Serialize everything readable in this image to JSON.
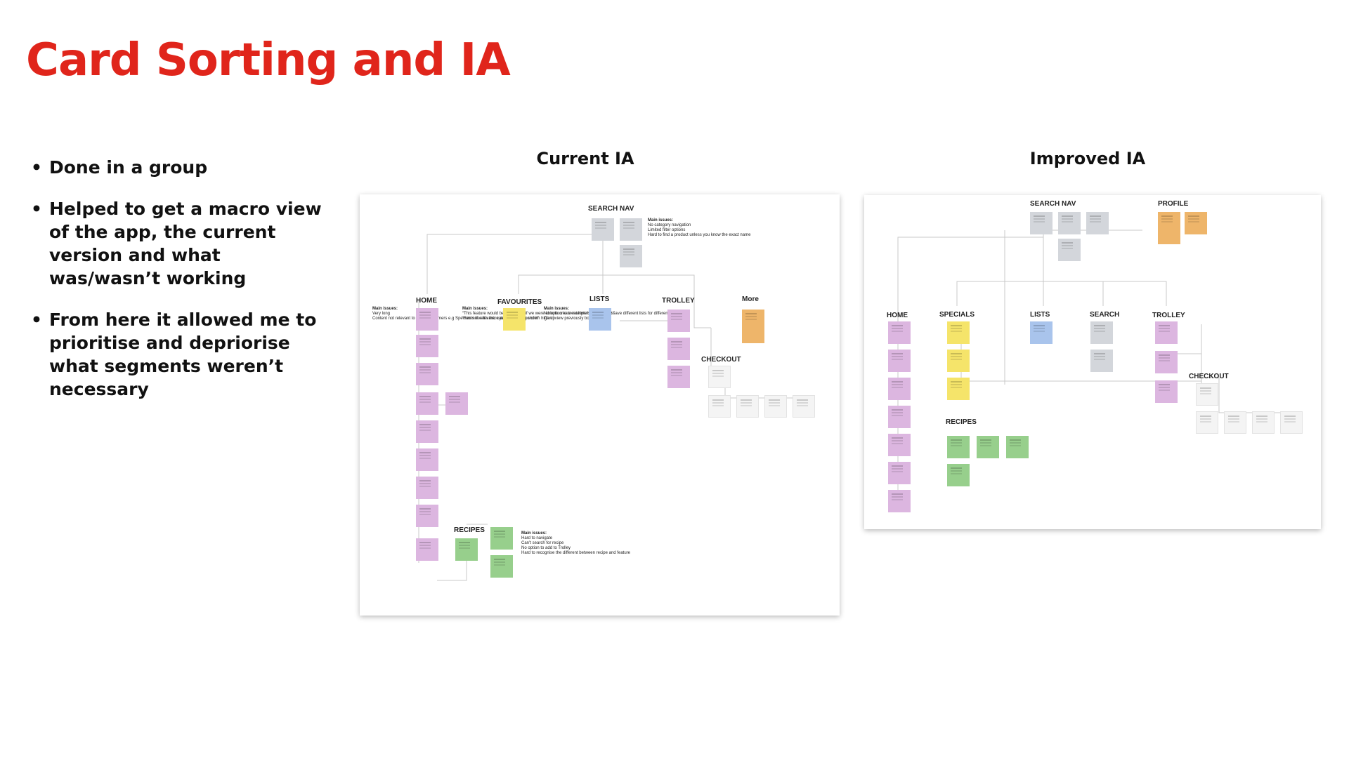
{
  "title": "Card Sorting and IA",
  "bullets": [
    "Done in a group",
    "Helped to get a macro view of the app, the current version and what was/wasn’t working",
    "From here it allowed me to prioritise and depriorise what segments weren’t necessary"
  ],
  "current_ia": {
    "heading": "Current IA",
    "labels": {
      "search_nav": "SEARCH NAV",
      "home": "HOME",
      "favourites": "FAVOURITES",
      "lists": "LISTS",
      "trolley": "TROLLEY",
      "more": "More",
      "checkout": "CHECKOUT",
      "recipes": "RECIPES"
    },
    "notes": {
      "search_nav": {
        "heading": "Main issues:",
        "items": [
          "No category navigation",
          "Limited filter options",
          "Hard to find a product unless you know the exact name"
        ]
      },
      "home": {
        "heading": "Main issues:",
        "items": [
          "Very long",
          "Content not relevant to some customers e.g Specials not relevant, catalogue being shown high up"
        ]
      },
      "favourites": {
        "heading": "Main issues:",
        "items": [
          "“This feature would be redundant if we were able to create multiple shopping lists”",
          "“Feels like it’s there just for the sake of it”"
        ]
      },
      "lists": {
        "heading": "Main issues:",
        "items": [
          "No option to create multiple lists and save different lists for different things",
          "Can’t view previously bought list"
        ]
      },
      "recipes": {
        "heading": "Main issues:",
        "items": [
          "Hard to navigate",
          "Can’t search for recipe",
          "No option to add to Trolley",
          "Hard to recognise the different between recipe and feature"
        ]
      }
    }
  },
  "improved_ia": {
    "heading": "Improved IA",
    "labels": {
      "search_nav": "SEARCH NAV",
      "profile": "PROFILE",
      "home": "HOME",
      "specials": "SPECIALS",
      "lists": "LISTS",
      "search": "SEARCH",
      "trolley": "TROLLEY",
      "checkout": "CHECKOUT",
      "recipes": "RECIPES"
    }
  },
  "colors": {
    "title": "#e0251b",
    "pink_card": "#dcb6e0",
    "yellow_card": "#f5e46a",
    "blue_card": "#a9c4ec",
    "green_card": "#97cf8c",
    "orange_card": "#eeb56a",
    "grey_card": "#d3d6db",
    "white_card": "#f4f4f4"
  }
}
